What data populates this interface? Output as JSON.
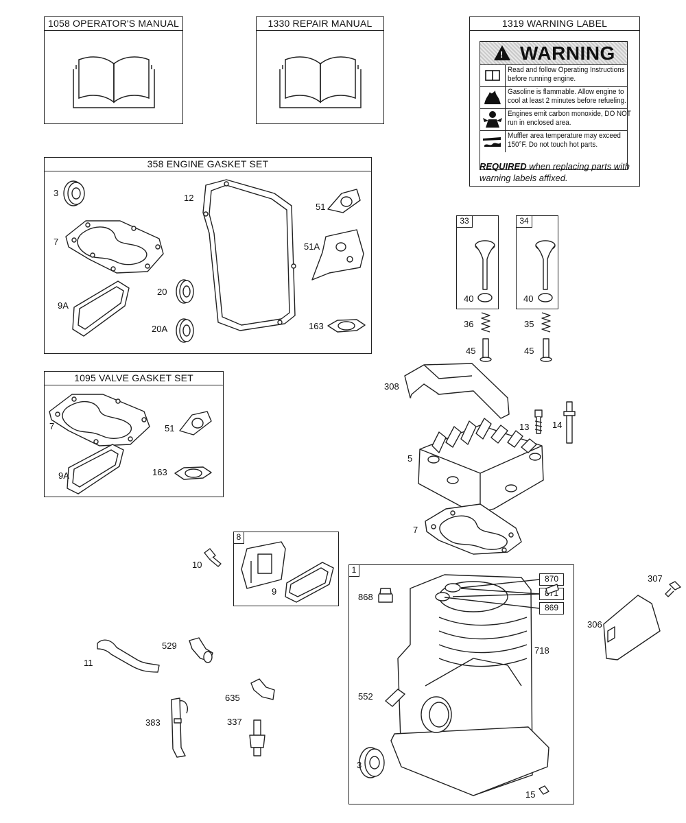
{
  "boxes": {
    "operators_manual": "1058 OPERATOR'S MANUAL",
    "repair_manual": "1330 REPAIR MANUAL",
    "warning_label": "1319 WARNING LABEL",
    "engine_gasket_set": "358 ENGINE GASKET SET",
    "valve_gasket_set": "1095 VALVE GASKET SET"
  },
  "warning": {
    "word": "WARNING",
    "symbol": "!",
    "rows": [
      {
        "icon": "book-icon",
        "text": "Read and follow Operating Instructions before running engine."
      },
      {
        "icon": "flame-icon",
        "text": "Gasoline is flammable. Allow engine to cool at least 2 minutes before refueling."
      },
      {
        "icon": "fumes-icon",
        "text": "Engines emit carbon monoxide, DO NOT run in enclosed area."
      },
      {
        "icon": "hot-muffler-icon",
        "text": "Muffler area temperature may exceed 150°F. Do not touch hot parts."
      }
    ],
    "footer_bold": "REQUIRED",
    "footer_rest": " when replacing parts with warning labels affixed."
  },
  "tags": {
    "t33": "33",
    "t34": "34",
    "t8": "8",
    "t1": "1",
    "t870": "870",
    "t871": "871",
    "t869": "869"
  },
  "labels": {
    "egs_3": "3",
    "egs_12": "12",
    "egs_51": "51",
    "egs_7": "7",
    "egs_51A": "51A",
    "egs_20": "20",
    "egs_9A": "9A",
    "egs_20A": "20A",
    "egs_163": "163",
    "v40a": "40",
    "v40b": "40",
    "v36": "36",
    "v35": "35",
    "v45a": "45",
    "v45b": "45",
    "vgs_7": "7",
    "vgs_51": "51",
    "vgs_9A": "9A",
    "vgs_163": "163",
    "p308": "308",
    "p13": "13",
    "p14": "14",
    "p5": "5",
    "p7": "7",
    "p10": "10",
    "p9": "9",
    "p868": "868",
    "p307": "307",
    "p306": "306",
    "p718": "718",
    "p552": "552",
    "p3": "3",
    "p15": "15",
    "p11": "11",
    "p529": "529",
    "p635": "635",
    "p337": "337",
    "p383": "383"
  }
}
